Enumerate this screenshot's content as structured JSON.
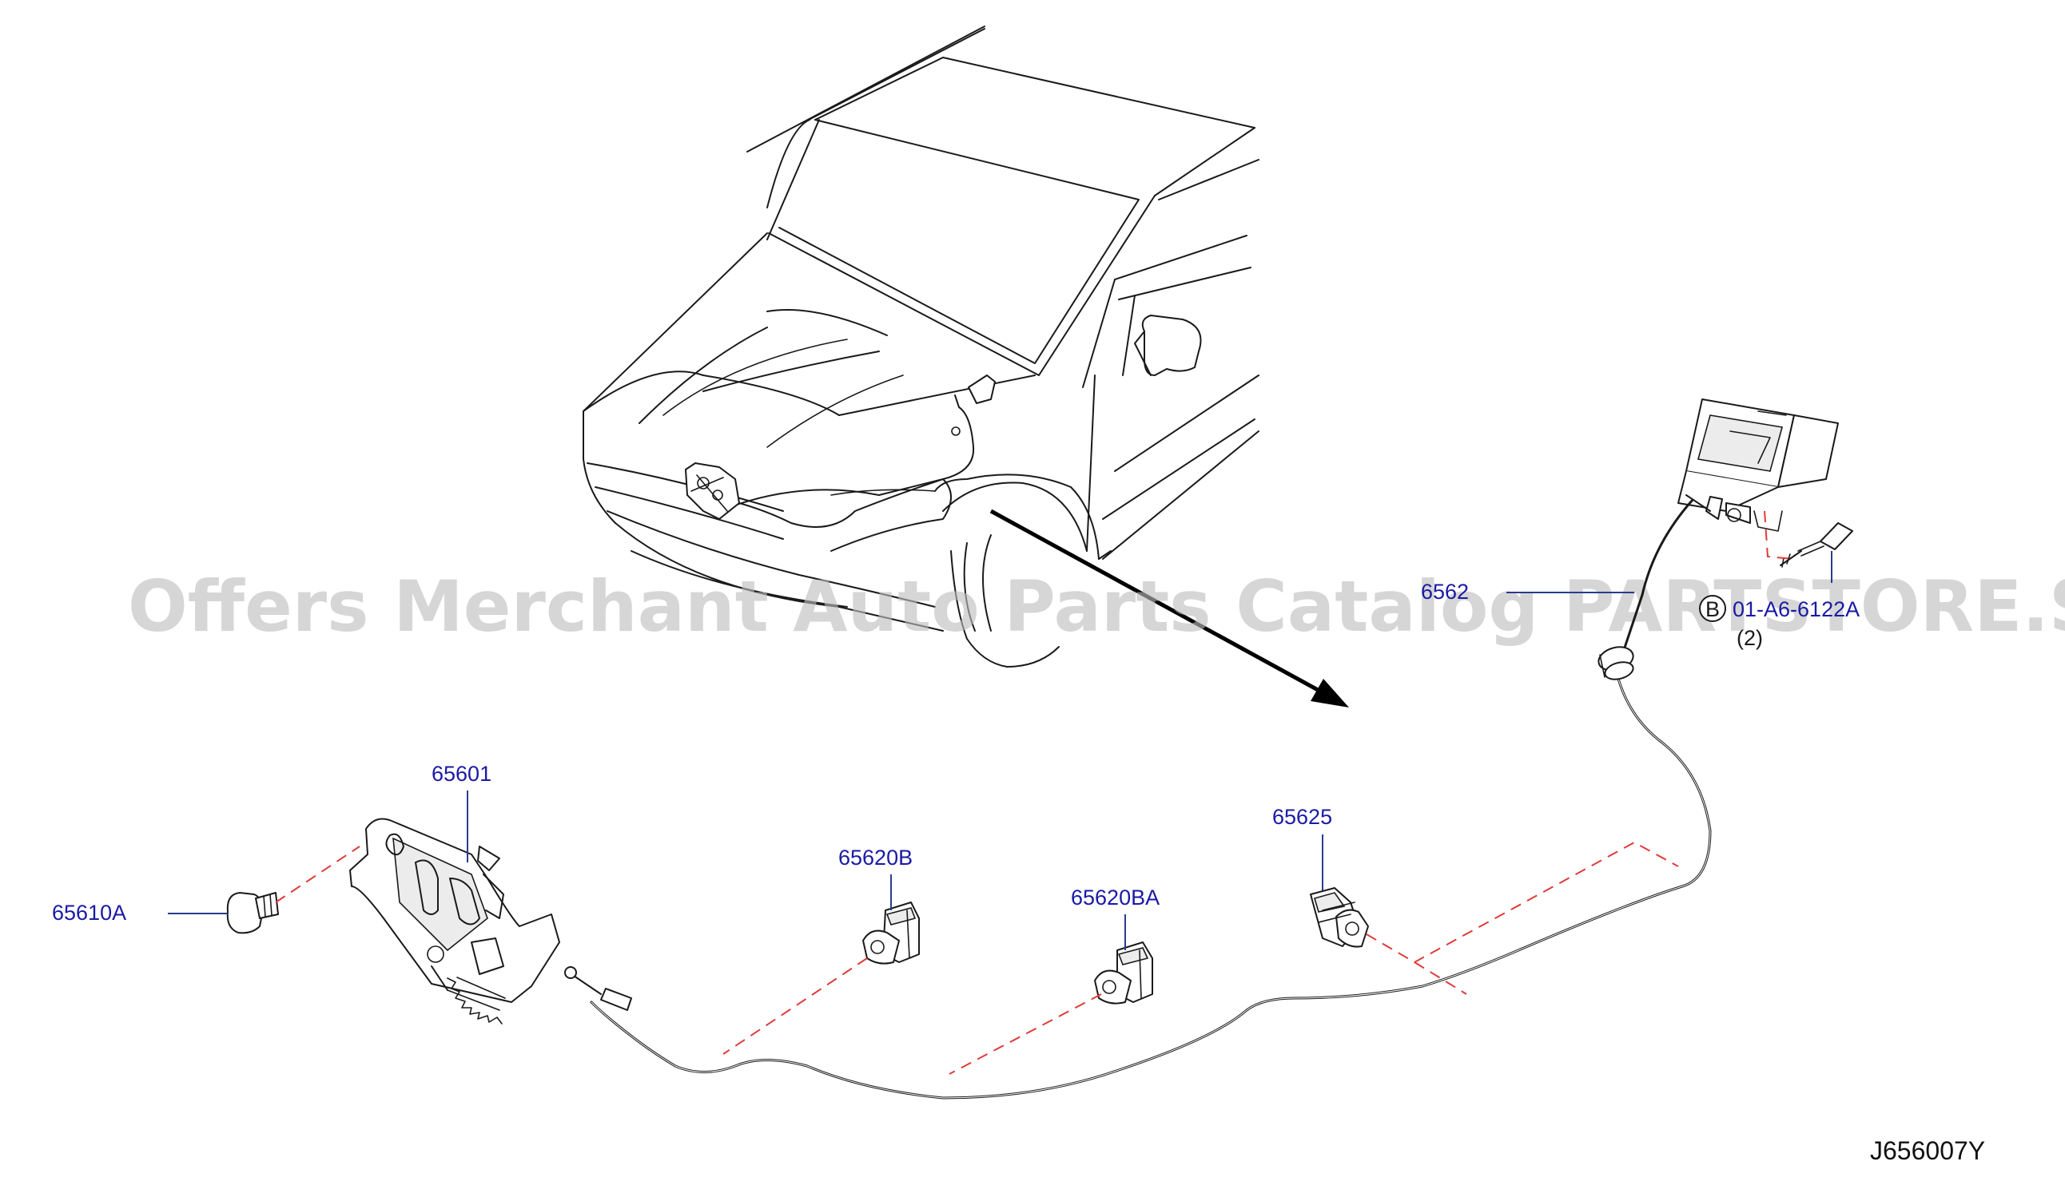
{
  "diagram_code": "J656007Y",
  "watermark_text": "Offers Merchant Auto Parts Catalog PARTSTORE.SA",
  "callouts": {
    "hood_lock": "65601",
    "lock_bolt": "65610A",
    "clip_b": "65620B",
    "clip_ba": "65620BA",
    "clip_65625": "65625",
    "release_cable": "6562",
    "bolt_code": "01-A6-6122A",
    "bolt_badge": "B",
    "bolt_qty": "(2)"
  },
  "colors": {
    "callout_text": "#1a1aa6",
    "leader_line": "#2a3b8f",
    "dashed_connector": "#e03a3a",
    "watermark": "#bdbdbd"
  }
}
